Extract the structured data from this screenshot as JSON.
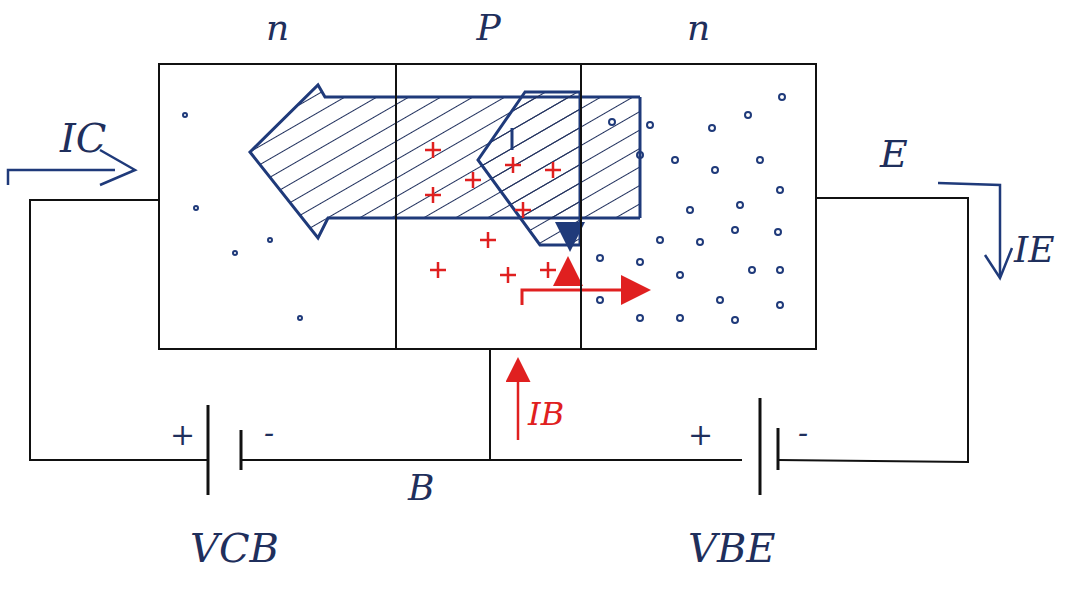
{
  "diagram": {
    "nodes": [
      {
        "text": [
          "n"
        ]
      },
      {
        "text": [
          "P"
        ]
      },
      {
        "text": [
          "n"
        ]
      }
    ],
    "labels": [
      "IC",
      "E",
      "IE",
      "IB",
      "B",
      "+",
      "-",
      "+",
      "-",
      "VCB",
      "VBE"
    ]
  }
}
